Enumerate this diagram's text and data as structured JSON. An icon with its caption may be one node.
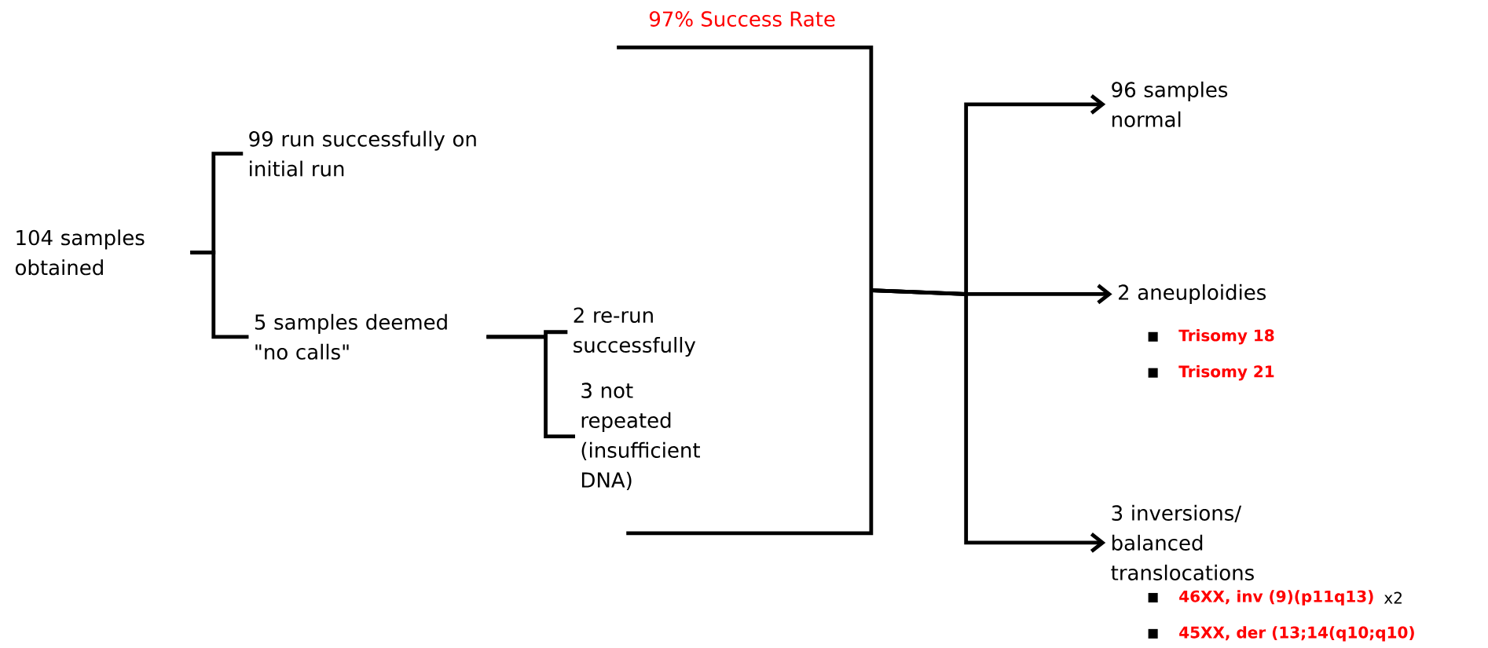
{
  "diagram": {
    "nodes": [
      {
        "text": [
          "104 samples obtained"
        ]
      },
      {
        "text": [
          "99 run successfully on initial run"
        ]
      },
      {
        "text": [
          "5 samples deemed \"no calls\""
        ]
      },
      {
        "text": [
          "2 re-run successfully"
        ]
      },
      {
        "text": [
          "3 not repeated (insufficient DNA)"
        ]
      },
      {
        "text": [
          "96 samples normal"
        ]
      },
      {
        "text": [
          "2 aneuploidies"
        ]
      },
      {
        "text": [
          "3 inversions/ balanced translocations"
        ]
      },
      {
        "text": [],
        "shape": "bracket"
      }
    ],
    "edges": [
      {
        "from": 0,
        "to": 1,
        "arrow": "none"
      },
      {
        "from": 0,
        "to": 2,
        "arrow": "none"
      },
      {
        "from": 2,
        "to": 3,
        "arrow": "none"
      },
      {
        "from": 2,
        "to": 4,
        "arrow": "none"
      },
      {
        "from": 8,
        "to": 5,
        "arrow": "to"
      },
      {
        "from": 8,
        "to": 6,
        "arrow": "to"
      },
      {
        "from": 8,
        "to": 7,
        "arrow": "to"
      }
    ],
    "labels": [
      "97% Success Rate",
      "Trisomy 18",
      "Trisomy 21",
      "46XX, inv (9)(p11q13)",
      "x2",
      "45XX, der (13;14(q10;q10)"
    ]
  }
}
